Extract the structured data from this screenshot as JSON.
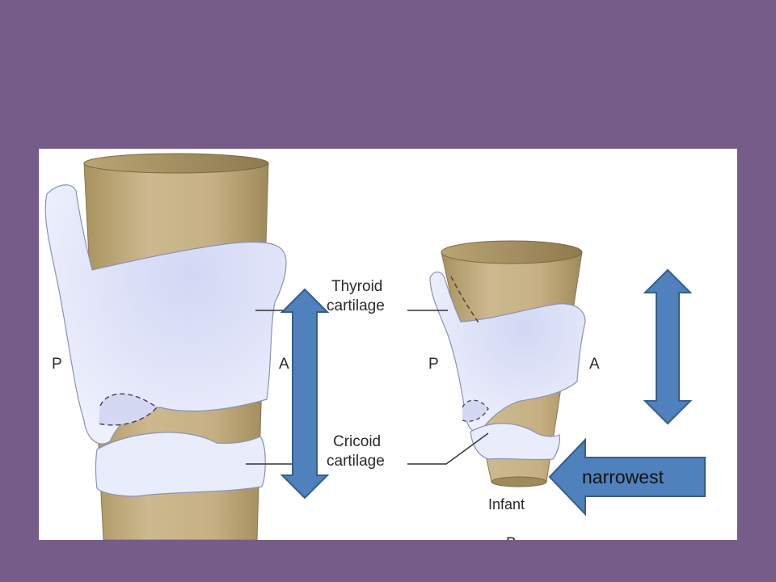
{
  "labels": {
    "thyroid_line1": "Thyroid",
    "thyroid_line2": "cartilage",
    "cricoid_line1": "Cricoid",
    "cricoid_line2": "cartilage",
    "posterior": "P",
    "anterior": "A",
    "infant": "Infant",
    "panel_letter": "B"
  },
  "callout": {
    "text": "narrowest"
  },
  "colors": {
    "background": "#765d89",
    "trachea": "#c5b187",
    "cartilage": "#e9ecfb",
    "arrow_fill": "#4f81bd",
    "arrow_stroke": "#385d8a"
  }
}
